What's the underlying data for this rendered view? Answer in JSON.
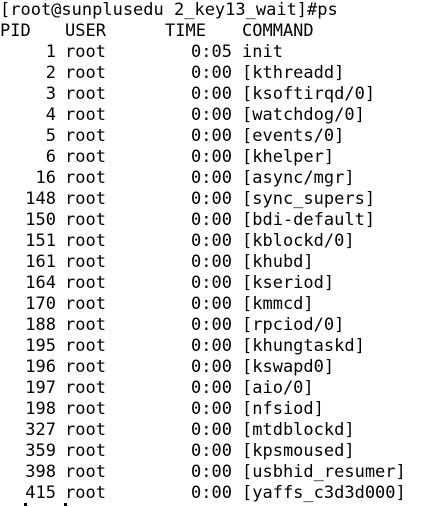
{
  "terminal": {
    "prompt": "[root@sunplusedu 2_key13_wait]#ps",
    "headers": {
      "pid": "PID",
      "user": "USER",
      "time": "TIME",
      "command": "COMMAND"
    },
    "rows": [
      {
        "pid": "1",
        "user": "root",
        "time": "0:05",
        "command": "init"
      },
      {
        "pid": "2",
        "user": "root",
        "time": "0:00",
        "command": "[kthreadd]"
      },
      {
        "pid": "3",
        "user": "root",
        "time": "0:00",
        "command": "[ksoftirqd/0]"
      },
      {
        "pid": "4",
        "user": "root",
        "time": "0:00",
        "command": "[watchdog/0]"
      },
      {
        "pid": "5",
        "user": "root",
        "time": "0:00",
        "command": "[events/0]"
      },
      {
        "pid": "6",
        "user": "root",
        "time": "0:00",
        "command": "[khelper]"
      },
      {
        "pid": "16",
        "user": "root",
        "time": "0:00",
        "command": "[async/mgr]"
      },
      {
        "pid": "148",
        "user": "root",
        "time": "0:00",
        "command": "[sync_supers]"
      },
      {
        "pid": "150",
        "user": "root",
        "time": "0:00",
        "command": "[bdi-default]"
      },
      {
        "pid": "151",
        "user": "root",
        "time": "0:00",
        "command": "[kblockd/0]"
      },
      {
        "pid": "161",
        "user": "root",
        "time": "0:00",
        "command": "[khubd]"
      },
      {
        "pid": "164",
        "user": "root",
        "time": "0:00",
        "command": "[kseriod]"
      },
      {
        "pid": "170",
        "user": "root",
        "time": "0:00",
        "command": "[kmmcd]"
      },
      {
        "pid": "188",
        "user": "root",
        "time": "0:00",
        "command": "[rpciod/0]"
      },
      {
        "pid": "195",
        "user": "root",
        "time": "0:00",
        "command": "[khungtaskd]"
      },
      {
        "pid": "196",
        "user": "root",
        "time": "0:00",
        "command": "[kswapd0]"
      },
      {
        "pid": "197",
        "user": "root",
        "time": "0:00",
        "command": "[aio/0]"
      },
      {
        "pid": "198",
        "user": "root",
        "time": "0:00",
        "command": "[nfsiod]"
      },
      {
        "pid": "327",
        "user": "root",
        "time": "0:00",
        "command": "[mtdblockd]"
      },
      {
        "pid": "359",
        "user": "root",
        "time": "0:00",
        "command": "[kpsmoused]"
      },
      {
        "pid": "398",
        "user": "root",
        "time": "0:00",
        "command": "[usbhid_resumer]"
      },
      {
        "pid": "415",
        "user": "root",
        "time": "0:00",
        "command": "[yaffs_c3d3d000]"
      }
    ]
  },
  "colors": {
    "background": "#ffffff",
    "text": "#000000"
  }
}
